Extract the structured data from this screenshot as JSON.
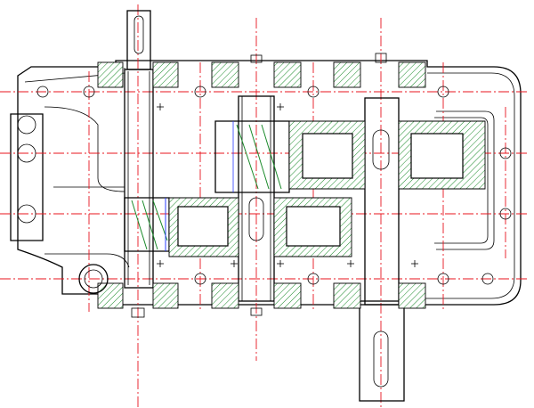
{
  "drawing": {
    "view": "gear-reducer-section",
    "colors": {
      "outline": "#000000",
      "centerline": "#e8141e",
      "hatch": "#1a8a2a",
      "background": "#ffffff"
    },
    "components": [
      "housing",
      "input-shaft",
      "intermediate-shaft",
      "output-shaft",
      "gears",
      "bearings",
      "bolts"
    ]
  }
}
